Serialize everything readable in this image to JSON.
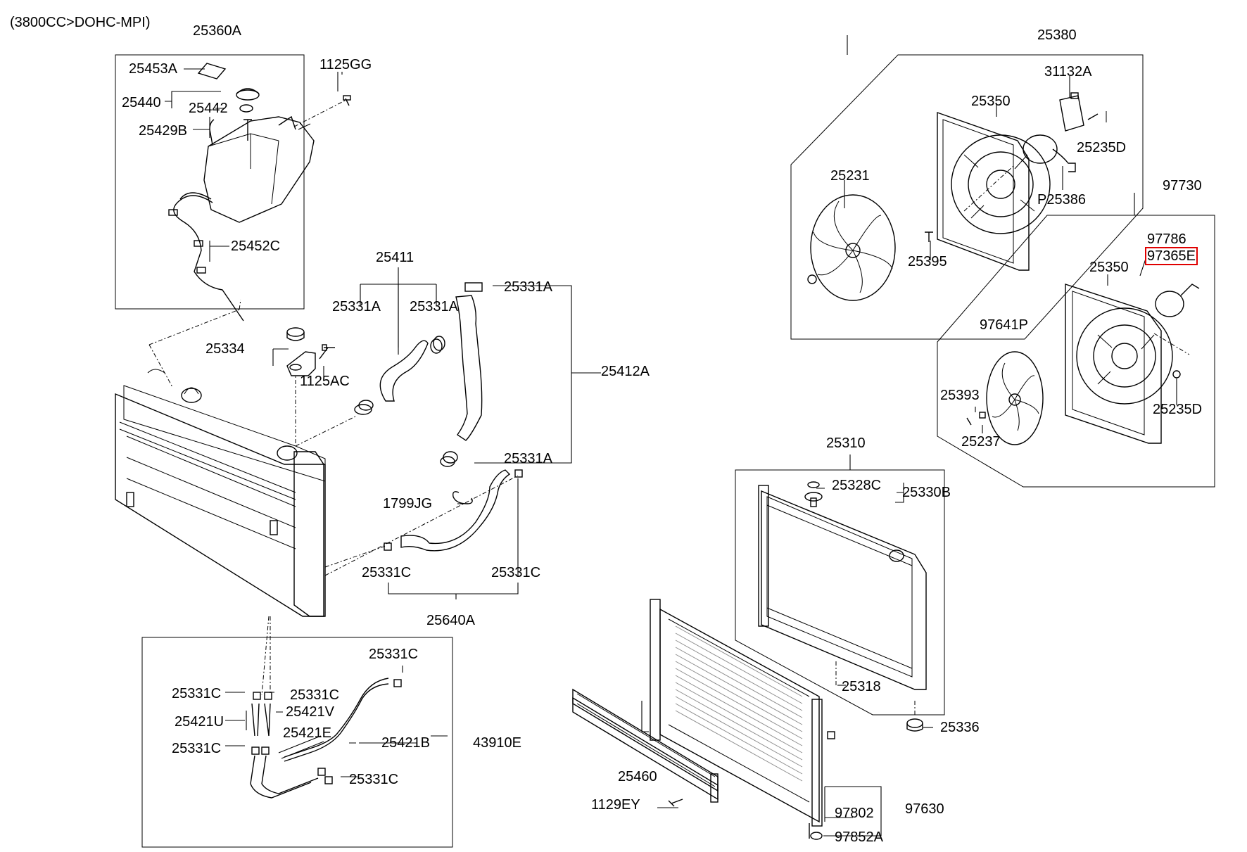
{
  "header": {
    "variant": "(3800CC>DOHC-MPI)"
  },
  "highlight_color": "#e00000",
  "labels": {
    "p25360A": "25360A",
    "p25453A": "25453A",
    "p25440": "25440",
    "p25442": "25442",
    "p25429B": "25429B",
    "p25452C": "25452C",
    "p1125GG": "1125GG",
    "p25411": "25411",
    "p25331A_l": "25331A",
    "p25331A_m": "25331A",
    "p25331A_t": "25331A",
    "p25331A_b": "25331A",
    "p25412A": "25412A",
    "p25334": "25334",
    "p1125AC": "1125AC",
    "p1799JG": "1799JG",
    "p25331C_a": "25331C",
    "p25331C_b": "25331C",
    "p25640A": "25640A",
    "p25331C_c": "25331C",
    "p25331C_d": "25331C",
    "p25331C_e": "25331C",
    "p25421U": "25421U",
    "p25421V": "25421V",
    "p25421E": "25421E",
    "p25331C_f": "25331C",
    "p25421B": "25421B",
    "p43910E": "43910E",
    "p25331C_g": "25331C",
    "p25380": "25380",
    "p31132A": "31132A",
    "p25350_a": "25350",
    "p25235D_a": "25235D",
    "p25231": "25231",
    "pP25386": "P25386",
    "p25395": "25395",
    "p97730": "97730",
    "p97786": "97786",
    "p97365E": "97365E",
    "p25350_b": "25350",
    "p97641P": "97641P",
    "p25393": "25393",
    "p25237": "25237",
    "p25235D_b": "25235D",
    "p25310": "25310",
    "p25328C": "25328C",
    "p25330B": "25330B",
    "p25318": "25318",
    "p25336": "25336",
    "p25460": "25460",
    "p1129EY": "1129EY",
    "p97802": "97802",
    "p97630": "97630",
    "p97852A": "97852A"
  }
}
